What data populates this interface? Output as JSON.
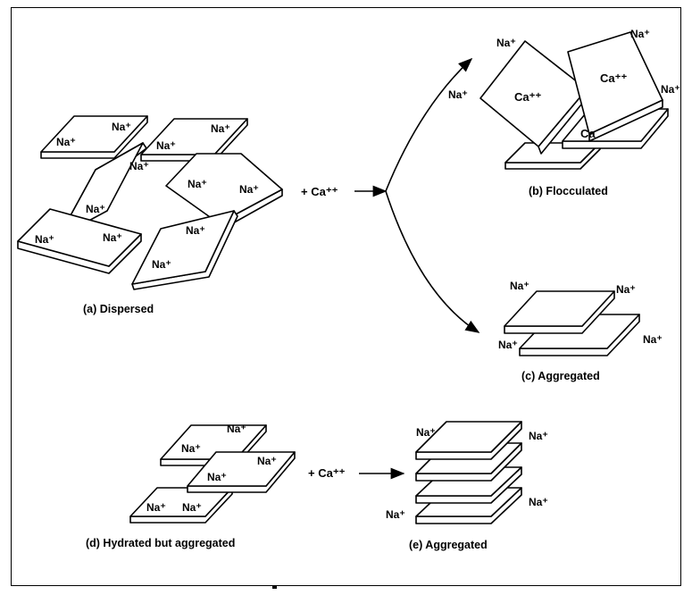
{
  "ions": {
    "na": "Na⁺",
    "ca": "Ca⁺⁺",
    "plus_ca": "+ Ca⁺⁺",
    "ca_partial": "Ca"
  },
  "captions": {
    "a": "(a)  Dispersed",
    "b": "(b)  Flocculated",
    "c": "(c)  Aggregated",
    "d": "(d)  Hydrated  but  aggregated",
    "e": "(e)  Aggregated"
  }
}
